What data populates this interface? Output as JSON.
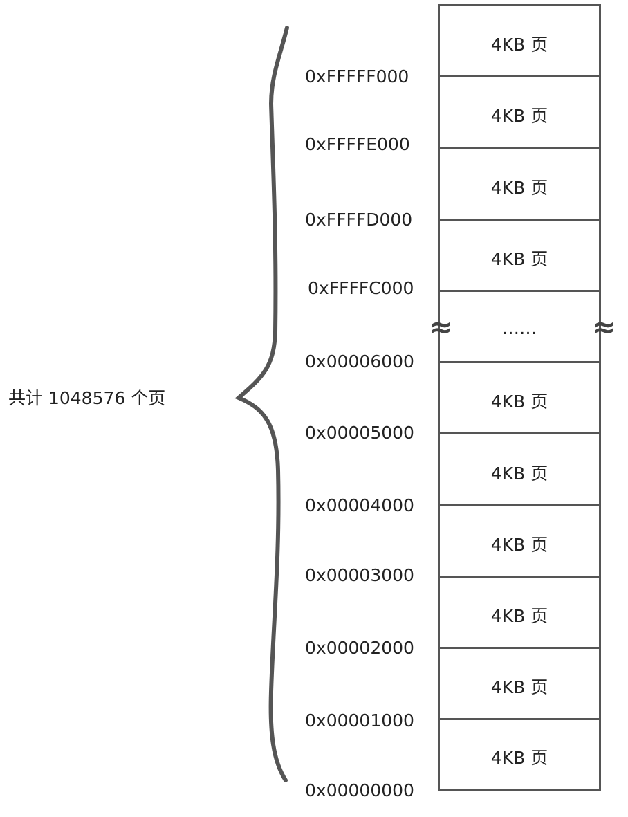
{
  "diagram": {
    "total_label": "共计 1048576 个页",
    "top_pages": [
      "4KB 页",
      "4KB 页",
      "4KB 页",
      "4KB 页"
    ],
    "ellipsis": "……",
    "bottom_pages": [
      "4KB 页",
      "4KB 页",
      "4KB 页",
      "4KB 页",
      "4KB 页",
      "4KB 页"
    ],
    "top_addresses": [
      "0xFFFFF000",
      "0xFFFFE000",
      "0xFFFFD000",
      "0xFFFFC000"
    ],
    "bottom_addresses": [
      "0x00006000",
      "0x00005000",
      "0x00004000",
      "0x00003000",
      "0x00002000",
      "0x00001000",
      "0x00000000"
    ],
    "break_symbol": "≈"
  }
}
